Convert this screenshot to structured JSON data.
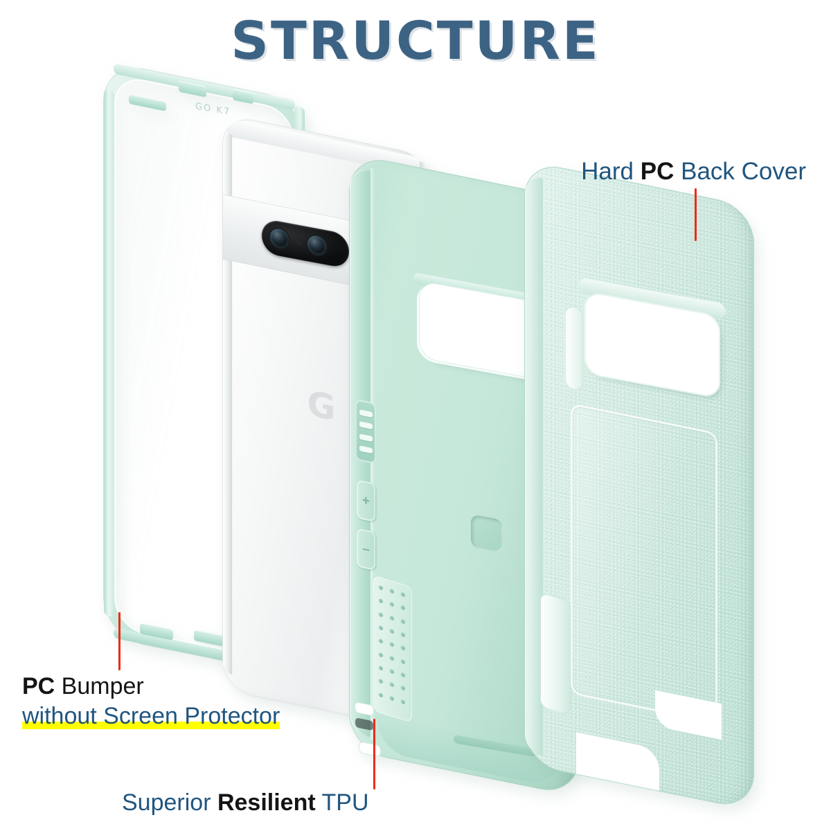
{
  "title": {
    "text": "STRUCTURE",
    "color": "#3d6384",
    "outline": "#ffffff"
  },
  "palette": {
    "title_blue": "#3d6384",
    "label_blue": "#20557f",
    "label_black": "#141414",
    "leader_red": "#ee2a18",
    "highlight_yellow": "#ffff00",
    "tpu_mint": "#c5e7d9",
    "cover_mint": "#d5ece4",
    "bumper_mint": "#c9e8db",
    "phone_white": "#f4f6f6",
    "background": "#ffffff"
  },
  "labels": {
    "back_cover": {
      "name": "hard-pc-back-cover",
      "parts": [
        {
          "text": "Hard ",
          "style": "blue"
        },
        {
          "text": "PC",
          "style": "black-bold"
        },
        {
          "text": " Back Cover",
          "style": "blue"
        }
      ],
      "full_text": "Hard PC Back Cover"
    },
    "bumper": {
      "name": "pc-bumper",
      "line1": [
        {
          "text": "PC",
          "style": "black-bold"
        },
        {
          "text": " Bumper",
          "style": "black-regular"
        }
      ],
      "line2": [
        {
          "text": "without Screen Protector",
          "style": "blue-highlighted"
        }
      ],
      "full_text": "PC Bumper without Screen Protector",
      "highlight": true
    },
    "tpu": {
      "name": "superior-resilient-tpu",
      "parts": [
        {
          "text": "Superior ",
          "style": "blue"
        },
        {
          "text": "Resilient",
          "style": "black-bold"
        },
        {
          "text": " TPU",
          "style": "blue"
        }
      ],
      "full_text": "Superior Resilient TPU"
    }
  },
  "parts": {
    "bumper": {
      "label": "PC Bumper",
      "emboss_text": "GO K7",
      "material": "PC",
      "color": "mint"
    },
    "phone": {
      "label": "Phone",
      "brand_glyph": "G",
      "camera_lenses": 2,
      "color": "white-silver"
    },
    "tpu": {
      "label": "TPU Case",
      "material": "TPU",
      "buttons": [
        "+",
        "–"
      ],
      "color": "mint"
    },
    "cover": {
      "label": "Hard PC Back Cover",
      "material": "PC",
      "color": "mint-textured"
    }
  }
}
